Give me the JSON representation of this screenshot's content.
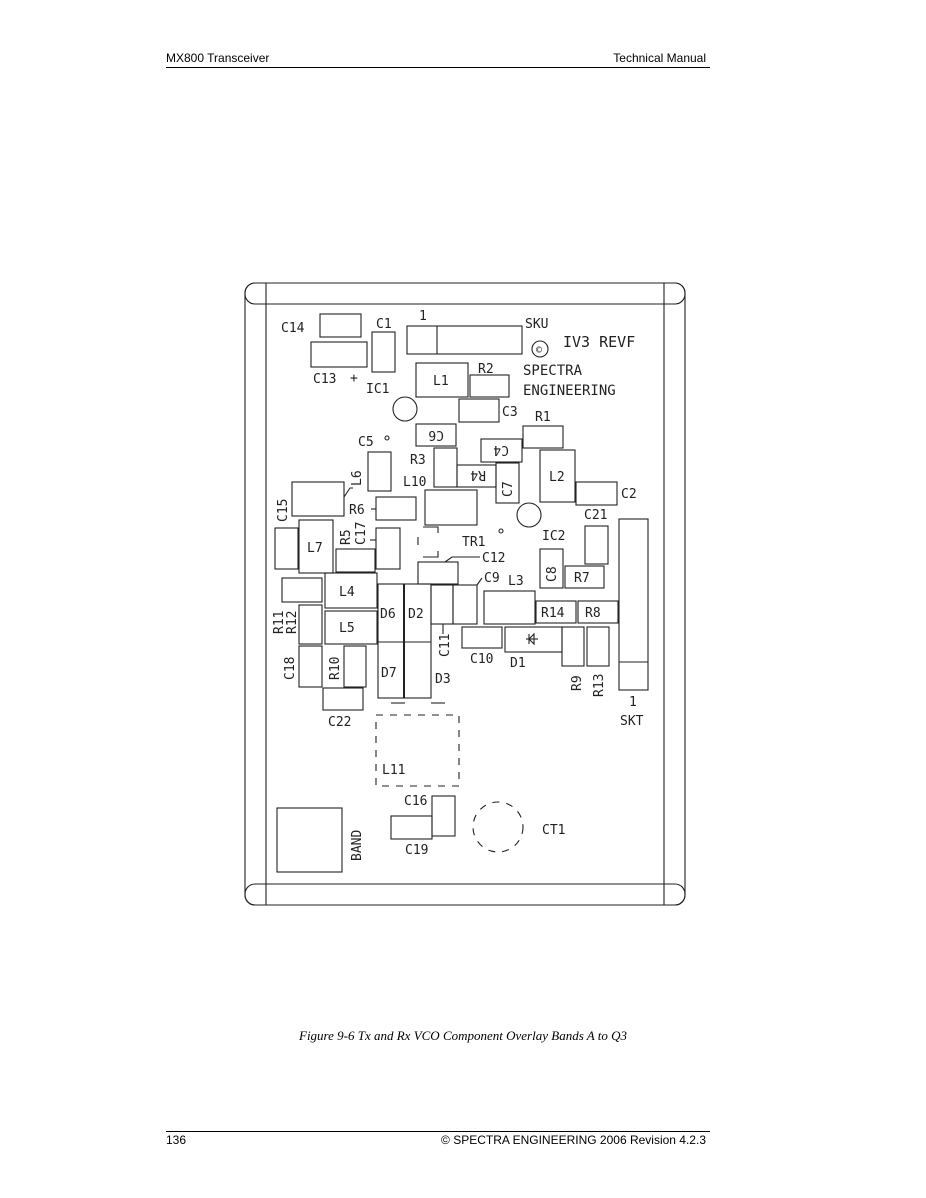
{
  "header": {
    "left": "MX800 Transceiver",
    "right": "Technical Manual"
  },
  "figure": {
    "caption": "Figure 9-6  Tx and Rx VCO Component Overlay Bands A to Q3",
    "labels": {
      "C14": "C14",
      "C13": "C13",
      "plus": "+",
      "C1": "C1",
      "IC1": "IC1",
      "pin1": "1",
      "SKU": "SKU",
      "copyright": "©",
      "IV3": "IV3 REVF",
      "SPECTRA": "SPECTRA",
      "ENGINEERING": "ENGINEERING",
      "L1": "L1",
      "R2": "R2",
      "C3": "C3",
      "R1": "R1",
      "C6": "C6",
      "C4": "C4",
      "C5": "C5",
      "R3": "R3",
      "R4": "R4",
      "C7": "C7",
      "L2": "L2",
      "C2": "C2",
      "L6": "L6",
      "L10": "L10",
      "R6": "R6",
      "C15": "C15",
      "C21": "C21",
      "IC2": "IC2",
      "L7": "L7",
      "R5": "R5",
      "C17": "C17",
      "TR1": "TR1",
      "C12": "C12",
      "C8": "C8",
      "R7": "R7",
      "C9": "C9",
      "L3": "L3",
      "L4": "L4",
      "R11": "R11",
      "R12": "R12",
      "L5": "L5",
      "D6": "D6",
      "D2": "D2",
      "R14": "R14",
      "R8": "R8",
      "C11": "C11",
      "C10": "C10",
      "D1": "D1",
      "C18": "C18",
      "R10": "R10",
      "D7": "D7",
      "D3": "D3",
      "R9": "R9",
      "R13": "R13",
      "skt1": "1",
      "SKT": "SKT",
      "C22": "C22",
      "L11": "L11",
      "C16": "C16",
      "C19": "C19",
      "BAND": "BAND",
      "CT1": "CT1"
    }
  },
  "footer": {
    "page_number": "136",
    "copyright": "© SPECTRA ENGINEERING 2006 Revision 4.2.3"
  }
}
